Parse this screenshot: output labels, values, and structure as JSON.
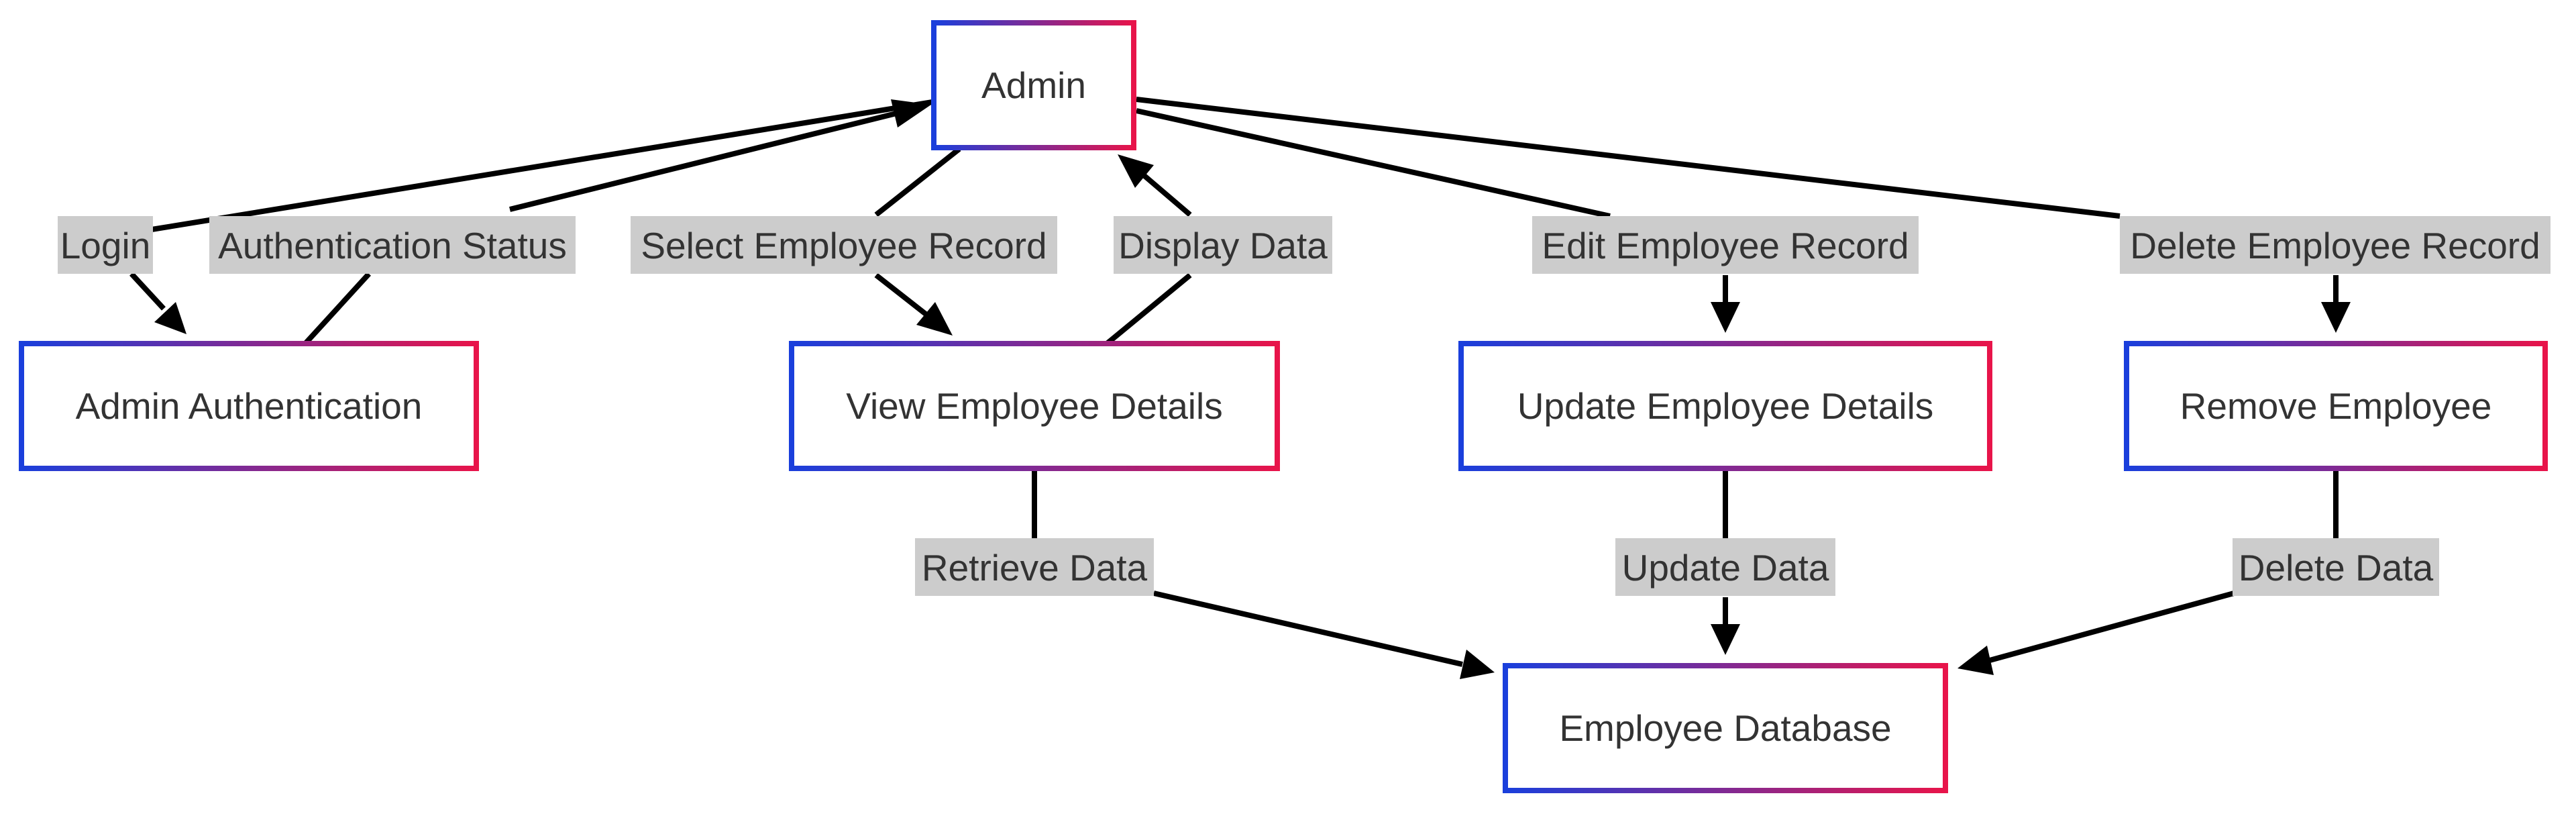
{
  "diagram": {
    "nodes": {
      "admin": "Admin",
      "admin_auth": "Admin Authentication",
      "view_details": "View Employee Details",
      "update_details": "Update Employee Details",
      "remove_employee": "Remove Employee",
      "employee_db": "Employee Database"
    },
    "edges": {
      "login": "Login",
      "auth_status": "Authentication Status",
      "select_record": "Select Employee Record",
      "display_data": "Display Data",
      "edit_record": "Edit Employee Record",
      "delete_record": "Delete Employee Record",
      "retrieve_data": "Retrieve Data",
      "update_data": "Update Data",
      "delete_data": "Delete Data"
    },
    "colors": {
      "node_border_start": "#1a3fdc",
      "node_border_end": "#e8144a",
      "edge": "#000000",
      "label_bg": "#cccccc",
      "text": "#333333"
    }
  }
}
